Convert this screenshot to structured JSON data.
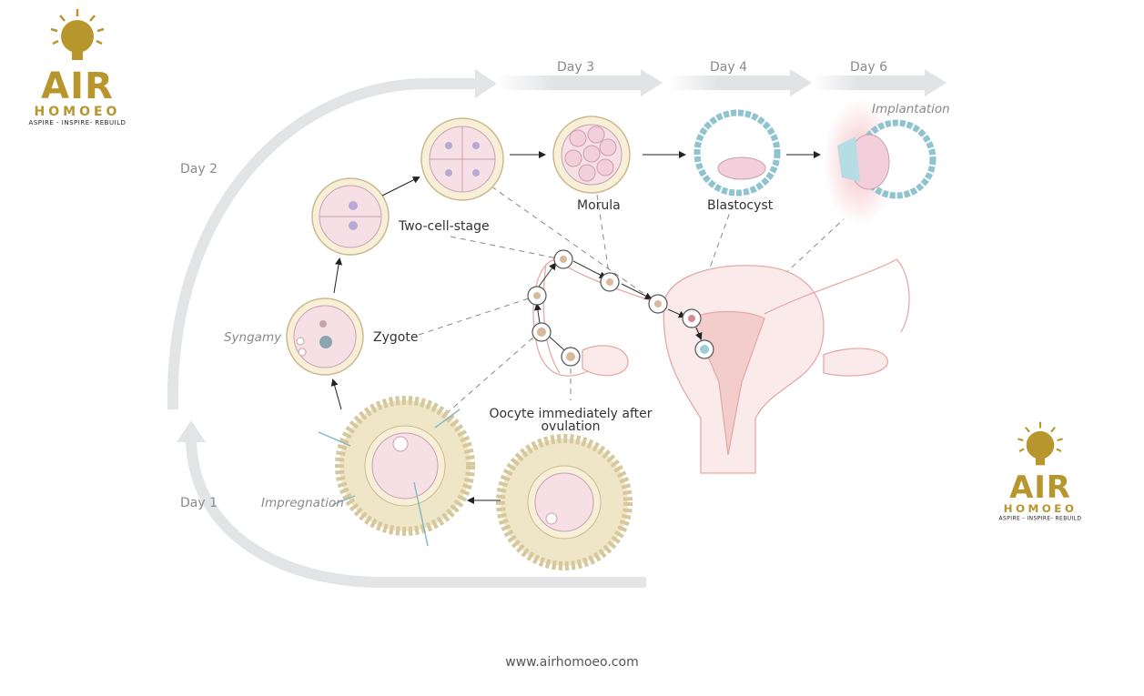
{
  "logo": {
    "name": "AIR",
    "subtitle": "HOMOEO",
    "tagline": "ASPIRE - INSPIRE- REBUILD"
  },
  "days": {
    "day1": "Day 1",
    "day2": "Day 2",
    "day3": "Day 3",
    "day4": "Day 4",
    "day6": "Day 6"
  },
  "stages": {
    "implantation": "Implantation",
    "two_cell": "Two-cell-stage",
    "morula": "Morula",
    "blastocyst": "Blastocyst",
    "syngamy": "Syngamy",
    "zygote": "Zygote",
    "oocyte_line1": "Oocyte immediately after",
    "oocyte_line2": "ovulation",
    "impregnation": "Impregnation"
  },
  "footer": {
    "url": "www.airhomoeo.com"
  },
  "colors": {
    "gold": "#b8962e",
    "cell_pink": "#f7dfe6",
    "arrow_grey": "#e3e4e6",
    "tissue_pink": "#f2c9c9"
  }
}
